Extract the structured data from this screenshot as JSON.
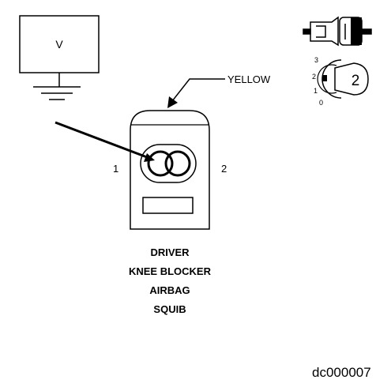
{
  "meter": {
    "label": "V"
  },
  "wire": {
    "color_label": "YELLOW"
  },
  "connector": {
    "pin_left": "1",
    "pin_right": "2"
  },
  "caption": {
    "lines": [
      "DRIVER",
      "KNEE BLOCKER",
      "AIRBAG",
      "SQUIB"
    ]
  },
  "key_icon": {
    "positions": [
      "3",
      "2",
      "1",
      "0"
    ],
    "badge": "2"
  },
  "figure_code": "dc000007",
  "icons": {
    "meter": "voltmeter-icon",
    "ground": "ground-symbol-icon",
    "connector_inset": "connector-icon",
    "ignition": "ignition-key-icon"
  },
  "colors": {
    "line": "#000000",
    "background": "#ffffff"
  }
}
